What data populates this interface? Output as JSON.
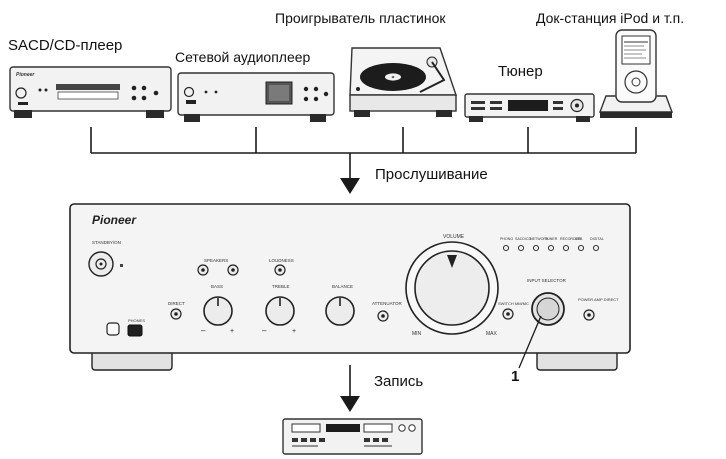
{
  "labels": {
    "turntable": "Проигрыватель пластинок",
    "dock": "Док-станция iPod и т.п.",
    "cd_player": "SACD/CD-плеер",
    "network_player": "Сетевой аудиоплеер",
    "tuner": "Тюнер",
    "listening": "Прослушивание",
    "recording": "Запись",
    "callout_number": "1"
  },
  "amplifier": {
    "brand": "Pioneer",
    "volume_label": "VOLUME",
    "volume_min": "MIN",
    "volume_max": "MAX",
    "input_selector_label": "INPUT SELECTOR",
    "bass_label": "BASS",
    "treble_label": "TREBLE",
    "balance_label": "BALANCE",
    "loudness_label": "LOUDNESS",
    "speakers_label": "SPEAKERS",
    "direct_label": "DIRECT",
    "attenuator_label": "ATTENUATOR",
    "phones_label": "PHONES",
    "standby_label": "STANDBY/ON",
    "power_amp_direct_label": "POWER AMP DIRECT",
    "switch_label": "SWITCH MM/MC",
    "input_leds": [
      "PHONO",
      "SACD/CD",
      "NETWORK",
      "TUNER",
      "RECORDER",
      "USB",
      "DIGITAL"
    ]
  },
  "colors": {
    "line": "#1a1a1a",
    "device_body": "#f2f2f2",
    "device_edge": "#333333",
    "dark": "#1b1b1b"
  }
}
